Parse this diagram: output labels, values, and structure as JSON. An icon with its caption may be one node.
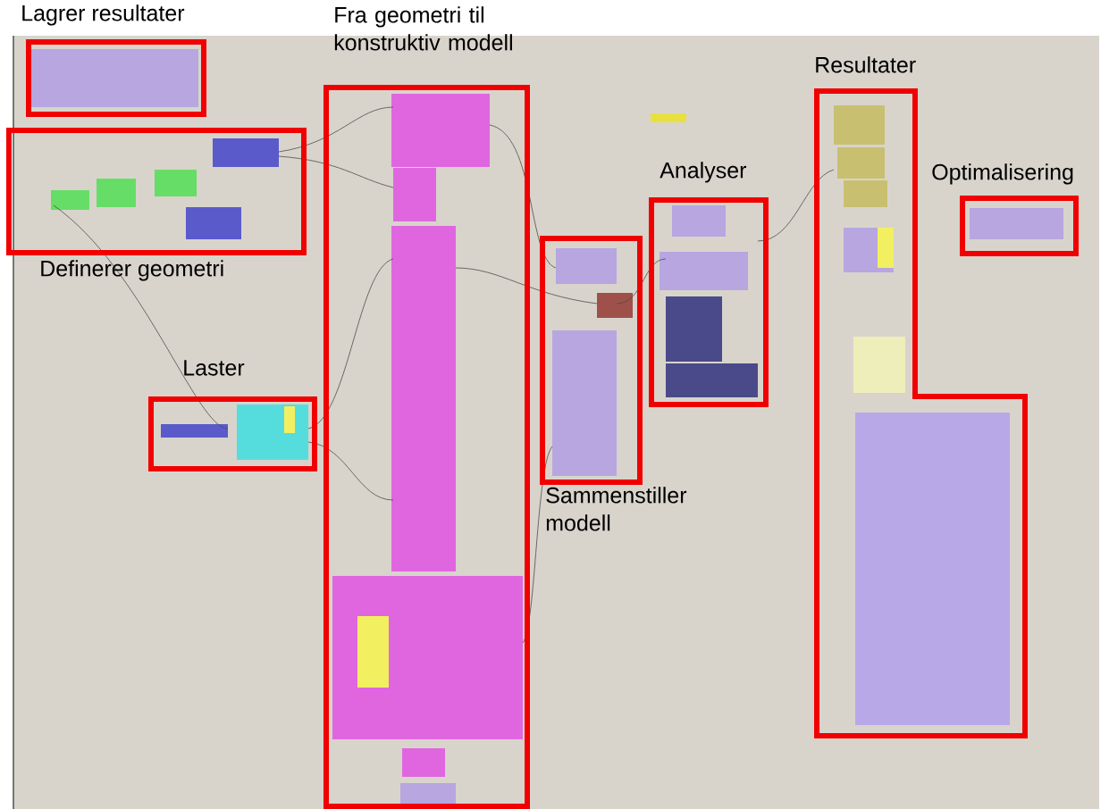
{
  "diagram": {
    "nodes": [
      {
        "text": [
          "Lagrer resultater"
        ]
      },
      {
        "text": [
          "Fra geometri til konstruktiv modell"
        ]
      },
      {
        "text": [
          "Definerer geometri"
        ]
      },
      {
        "text": [
          "Laster"
        ]
      },
      {
        "text": [
          "Sammenstiller modell"
        ]
      },
      {
        "text": [
          "Analyser"
        ]
      },
      {
        "text": [
          "Resultater"
        ]
      },
      {
        "text": [
          "Optimalisering"
        ]
      }
    ]
  }
}
